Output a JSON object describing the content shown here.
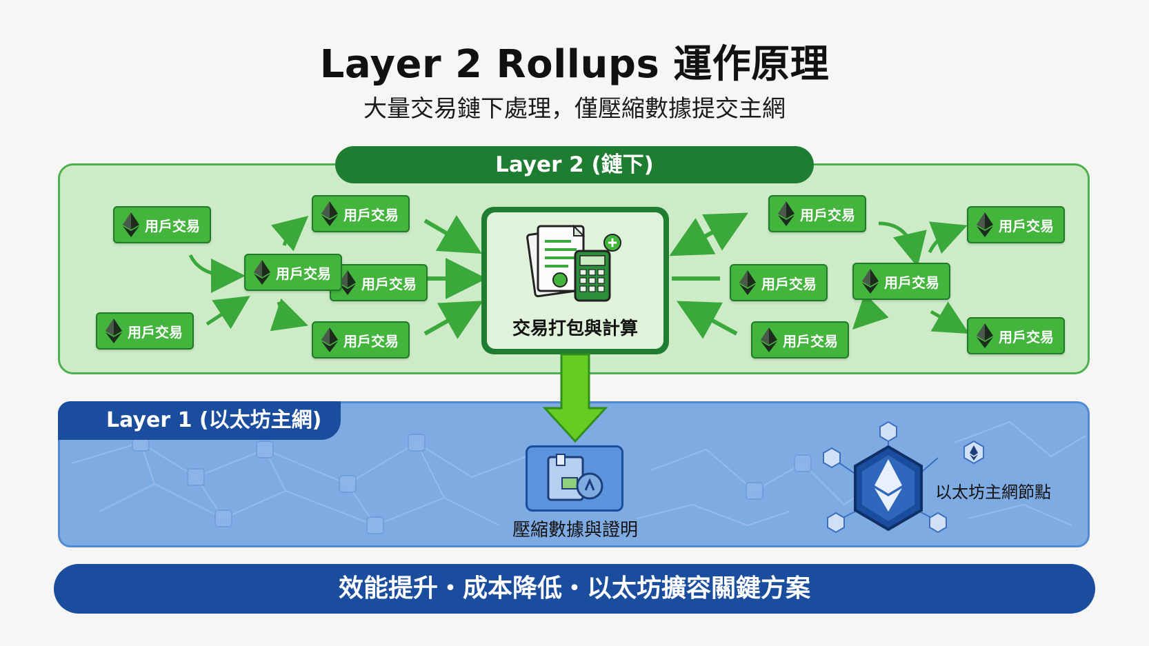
{
  "title": "Layer 2 Rollups 運作原理",
  "subtitle": "大量交易鏈下處理，僅壓縮數據提交主網",
  "layer2": {
    "label": "Layer 2 (鏈下)",
    "tx_label": "用戶交易",
    "center_label": "交易打包與計算"
  },
  "layer1": {
    "label": "Layer 1 (以太坊主網)",
    "compress_label": "壓縮數據與證明",
    "node_label": "以太坊主網節點"
  },
  "footer": "效能提升・成本降低・以太坊擴容關鍵方案",
  "icons": {
    "tx": "ethereum-icon",
    "center": "documents-calculator-icon",
    "compress": "compressed-file-icon",
    "node": "ethereum-node-icon"
  },
  "colors": {
    "l2_panel": "#cdebc7",
    "l2_dark": "#1f7d31",
    "tx_green": "#43b53d",
    "l1_panel": "#7fabe3",
    "l1_dark": "#1b4d9f",
    "down_arrow": "#66cc22"
  }
}
